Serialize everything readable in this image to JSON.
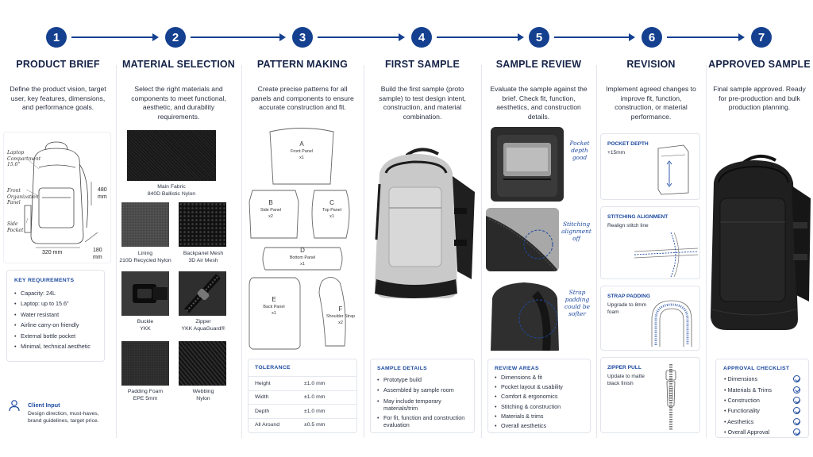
{
  "steps": [
    {
      "number": "1",
      "title": "PRODUCT BRIEF",
      "description": "Define the product vision, target user, key features, dimensions, and performance goals."
    },
    {
      "number": "2",
      "title": "MATERIAL SELECTION",
      "description": "Select the right materials and components to meet functional, aesthetic, and durability requirements."
    },
    {
      "number": "3",
      "title": "PATTERN MAKING",
      "description": "Create precise patterns for all panels and components to ensure accurate construction and fit."
    },
    {
      "number": "4",
      "title": "FIRST SAMPLE",
      "description": "Build the first sample (proto sample) to test design intent, construction, and material combination."
    },
    {
      "number": "5",
      "title": "SAMPLE REVIEW",
      "description": "Evaluate the sample against the brief. Check fit, function, aesthetics, and construction details."
    },
    {
      "number": "6",
      "title": "REVISION",
      "description": "Implement agreed changes to improve fit, function, construction, or material performance."
    },
    {
      "number": "7",
      "title": "APPROVED SAMPLE",
      "description": "Final sample approved. Ready for pre-production and bulk production planning."
    }
  ],
  "brief": {
    "callouts": {
      "laptop": "Laptop Compartment 15.6\"",
      "front": "Front Organization Panel",
      "side": "Side Pocket"
    },
    "dims": {
      "height": "480 mm",
      "width": "320 mm",
      "depth": "180 mm"
    },
    "requirements_title": "KEY REQUIREMENTS",
    "requirements": [
      "Capacity: 24L",
      "Laptop: up to 15.6\"",
      "Water resistant",
      "Airline carry-on friendly",
      "External bottle pocket",
      "Minimal, technical aesthetic"
    ],
    "client_input_title": "Client Input",
    "client_input_text": "Design direction, must-haves, brand guidelines, target price."
  },
  "materials": [
    {
      "name": "Main Fabric",
      "spec": "840D Ballistic Nylon"
    },
    {
      "name": "Lining",
      "spec": "210D Recycled Nylon"
    },
    {
      "name": "Backpanel Mesh",
      "spec": "3D Air Mesh"
    },
    {
      "name": "Buckle",
      "spec": "YKK"
    },
    {
      "name": "Zipper",
      "spec": "YKK AquaGuard®"
    },
    {
      "name": "Padding Foam",
      "spec": "EPE 5mm"
    },
    {
      "name": "Webbing",
      "spec": "Nylon"
    }
  ],
  "pattern": {
    "pieces": [
      {
        "letter": "A",
        "name": "Front Panel",
        "qty": "x1"
      },
      {
        "letter": "B",
        "name": "Side Panel",
        "qty": "x2"
      },
      {
        "letter": "C",
        "name": "Top Panel",
        "qty": "x1"
      },
      {
        "letter": "D",
        "name": "Bottom Panel",
        "qty": "x1"
      },
      {
        "letter": "E",
        "name": "Back Panel",
        "qty": "x1"
      },
      {
        "letter": "F",
        "name": "Shoulder Strap",
        "qty": "x2"
      }
    ],
    "tolerance_title": "TOLERANCE",
    "tolerance": [
      {
        "label": "Height",
        "value": "±1.0 mm"
      },
      {
        "label": "Width",
        "value": "±1.0 mm"
      },
      {
        "label": "Depth",
        "value": "±1.0 mm"
      },
      {
        "label": "All Around",
        "value": "±0.5 mm"
      }
    ]
  },
  "first_sample": {
    "details_title": "SAMPLE DETAILS",
    "details": [
      "Prototype build",
      "Assembled by sample room",
      "May include temporary materials/trim",
      "For fit, function and construction evaluation"
    ]
  },
  "review": {
    "notes": [
      "Pocket depth good",
      "Stitching alignment off",
      "Strap padding could be softer"
    ],
    "areas_title": "REVIEW AREAS",
    "areas": [
      "Dimensions & fit",
      "Pocket layout & usability",
      "Comfort & ergonomics",
      "Stitching & construction",
      "Materials & trims",
      "Overall aesthetics"
    ]
  },
  "revision": {
    "cards": [
      {
        "title": "POCKET DEPTH",
        "text": "+15mm"
      },
      {
        "title": "STITCHING ALIGNMENT",
        "text": "Realign stitch line"
      },
      {
        "title": "STRAP PADDING",
        "text": "Upgrade to 8mm foam"
      },
      {
        "title": "ZIPPER PULL",
        "text": "Update to matte black finish"
      }
    ]
  },
  "approved": {
    "checklist_title": "APPROVAL CHECKLIST",
    "checklist": [
      "Dimensions",
      "Materials & Trims",
      "Construction",
      "Functionality",
      "Aesthetics",
      "Overall Approval"
    ]
  },
  "colors": {
    "accent": "#14408f",
    "label_blue": "#1d4aa0",
    "border": "#e1e5eb"
  }
}
